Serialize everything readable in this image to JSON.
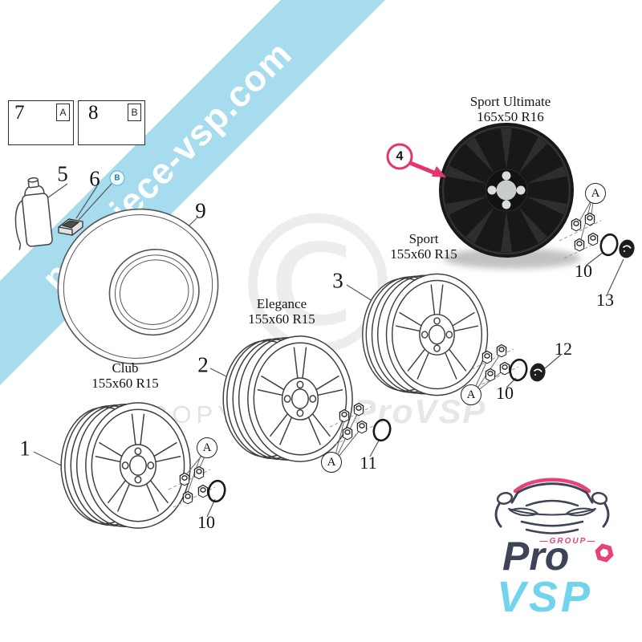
{
  "ribbon": {
    "text": "pro-piece-vsp.com",
    "color": "#a7dcee"
  },
  "colors": {
    "highlight_pink": "#e5346e",
    "logo_dark": "#3e4458",
    "logo_blue": "#70d4ee",
    "logo_pink": "#e8427a"
  },
  "legend": {
    "nut_box": {
      "number": "7",
      "letter": "A"
    },
    "screw_box": {
      "number": "8",
      "letter": "B"
    }
  },
  "callouts": {
    "letter_a": "A",
    "letter_b": "B"
  },
  "parts": {
    "sealant_bottle": {
      "number": "5"
    },
    "valve_clip": {
      "number": "6",
      "letter": "B"
    },
    "tire": {
      "number": "9"
    },
    "wheel_club": {
      "number": "1",
      "name": "Club",
      "size": "155x60 R15"
    },
    "wheel_elegance": {
      "number": "2",
      "name": "Elegance",
      "size": "155x60 R15"
    },
    "wheel_sport": {
      "number": "3",
      "name": "Sport",
      "size": "155x60 R15"
    },
    "wheel_sport_ultimate": {
      "number": "4",
      "name": "Sport Ultimate",
      "size": "165x50 R16"
    },
    "trim_ring": {
      "number": "10"
    },
    "trim_ring_11": {
      "number": "11"
    },
    "center_cap_12": {
      "number": "12"
    },
    "center_cap_13": {
      "number": "13"
    }
  },
  "watermark": {
    "symbol": "©",
    "copyright": "COPYRIGHT",
    "brand": "ProVSP"
  },
  "logo": {
    "group": "—GROUP—",
    "pro": "Pro",
    "vsp": "VSP"
  }
}
